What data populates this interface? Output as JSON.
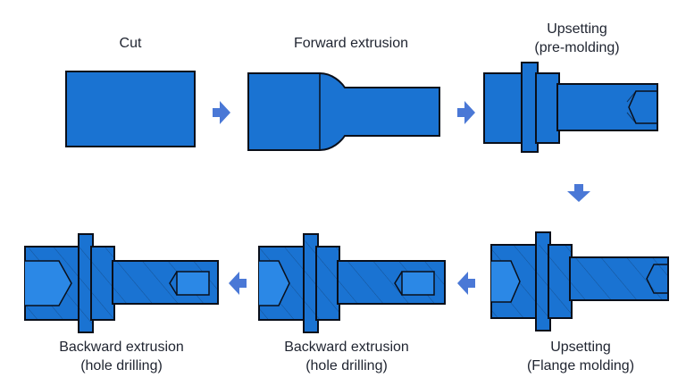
{
  "steps": [
    {
      "id": "cut",
      "lines": [
        "Cut"
      ]
    },
    {
      "id": "forward",
      "lines": [
        "Forward extrusion"
      ]
    },
    {
      "id": "upset-pre",
      "lines": [
        "Upsetting",
        "(pre-molding)"
      ]
    },
    {
      "id": "upset-flange",
      "lines": [
        "Upsetting",
        "(Flange molding)"
      ]
    },
    {
      "id": "backward-1",
      "lines": [
        "Backward extrusion",
        "(hole drilling)"
      ]
    },
    {
      "id": "backward-2",
      "lines": [
        "Backward extrusion",
        "(hole drilling)"
      ]
    }
  ],
  "colors": {
    "part": "#1a73d2",
    "part_light": "#2b88e6",
    "outline": "#0a0f1a",
    "arrow": "#4a78d6",
    "text": "#1f2430"
  }
}
